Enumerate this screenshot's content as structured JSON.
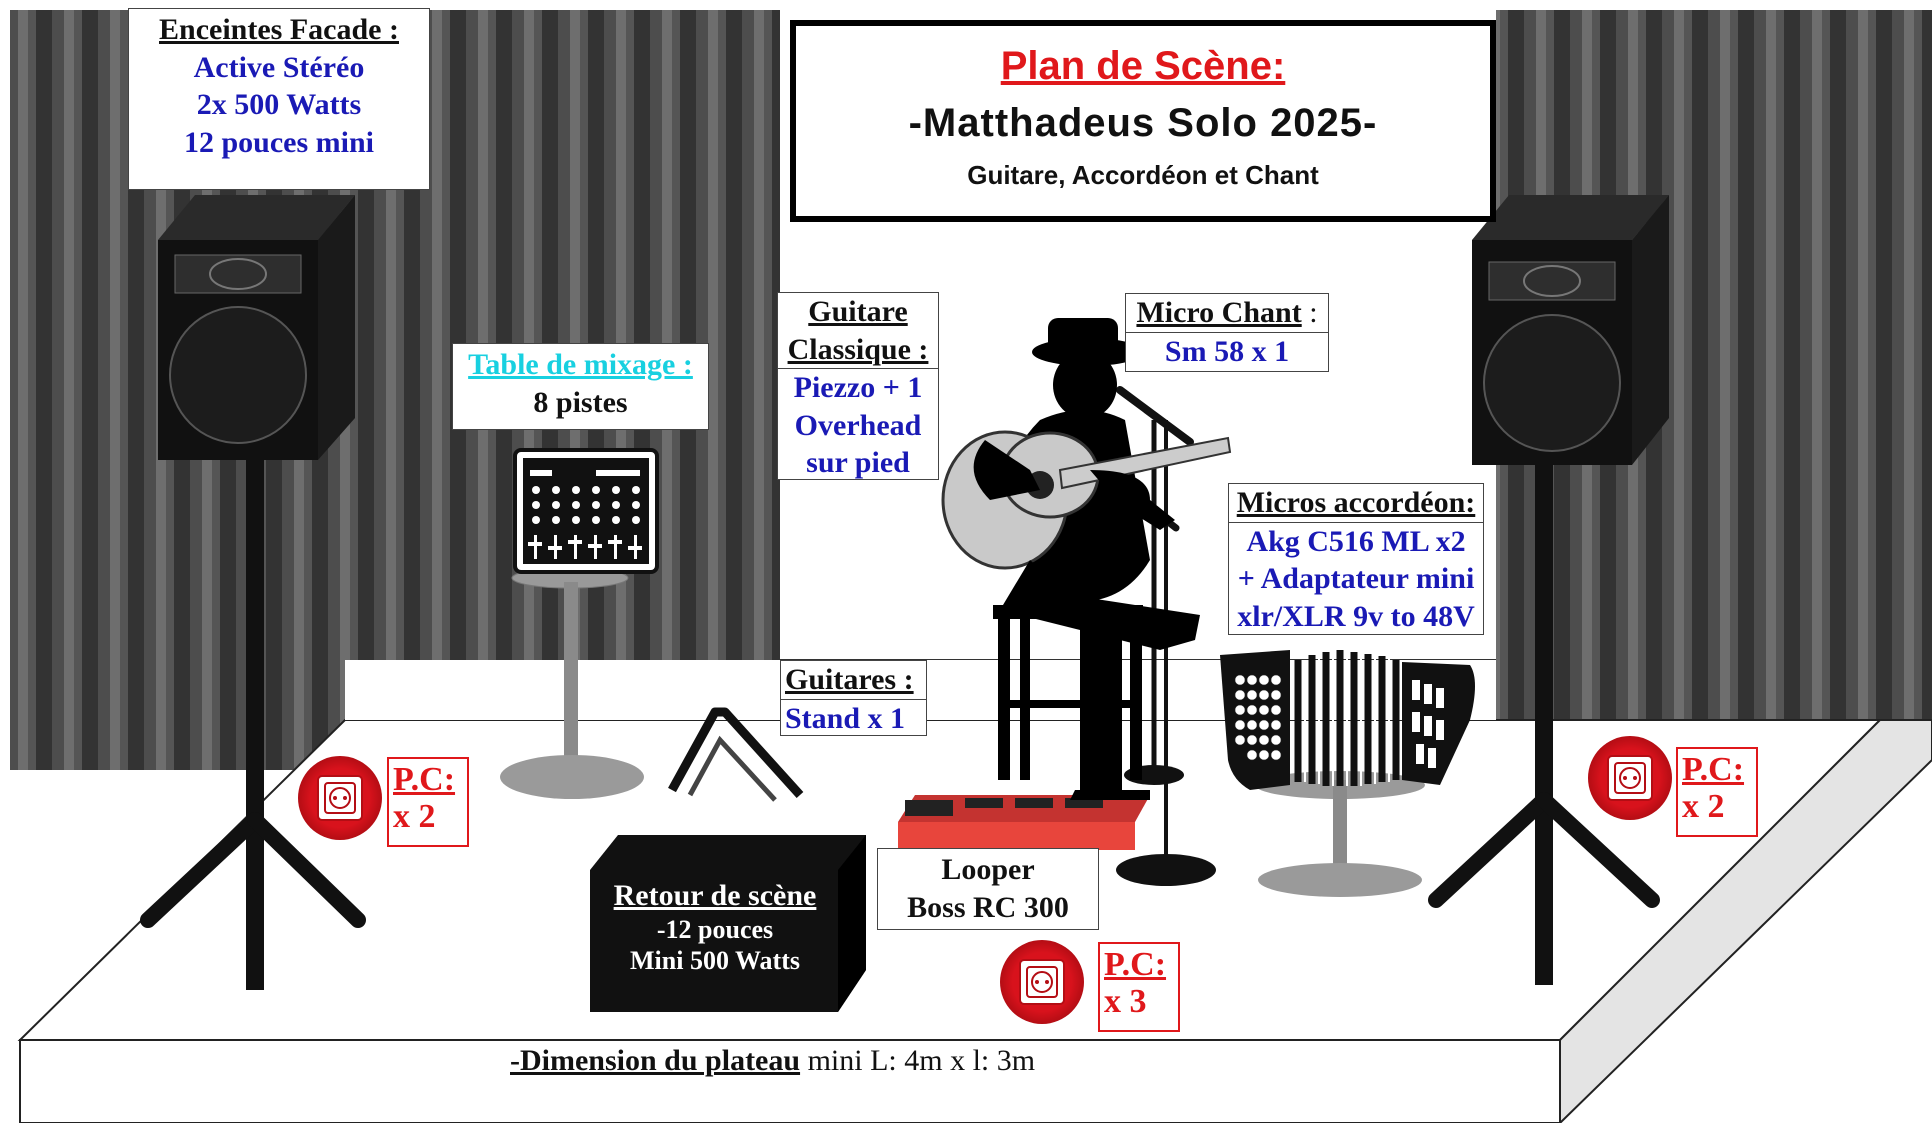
{
  "title": {
    "heading": "Plan de Scène:",
    "subtitle": "-Matthadeus Solo 2025-",
    "instruments": "Guitare, Accordéon et Chant"
  },
  "facade": {
    "heading": "Enceintes Facade :",
    "line1": "Active Stéréo",
    "line2": "2x 500 Watts",
    "line3": "12 pouces mini"
  },
  "mixer": {
    "heading": "Table de mixage :",
    "detail": "8 pistes"
  },
  "classical_guitar": {
    "heading1": "Guitare",
    "heading2": "Classique :",
    "line1": "Piezzo + 1",
    "line2": "Overhead",
    "line3": "sur pied"
  },
  "vocal_mic": {
    "heading": "Micro Chant",
    "colon": " :",
    "detail": "Sm 58 x 1"
  },
  "accordion_mics": {
    "heading": "Micros accordéon:",
    "line1": "Akg C516 ML x2",
    "line2": "+ Adaptateur mini",
    "line3": "xlr/XLR 9v to 48V"
  },
  "guitar_stand": {
    "heading": "Guitares :",
    "detail": "Stand x 1"
  },
  "monitor": {
    "heading": "Retour de scène",
    "line1": "-12 pouces",
    "line2": "Mini 500 Watts"
  },
  "looper": {
    "line1": "Looper",
    "line2": "Boss RC 300"
  },
  "power": {
    "left": {
      "label": "P.C:",
      "count": "x 2"
    },
    "right": {
      "label": "P.C:",
      "count": "x 2"
    },
    "center": {
      "label": "P.C:",
      "count": "x 3"
    }
  },
  "stage_dimension": {
    "label": "-Dimension du plateau",
    "value": " mini L: 4m x l: 3m"
  },
  "colors": {
    "title_red": "#e0181b",
    "value_blue": "#1a1ab5",
    "mixer_cyan": "#18d0e0",
    "curtain": "#3a3a3a",
    "looper_red": "#e8453c"
  }
}
